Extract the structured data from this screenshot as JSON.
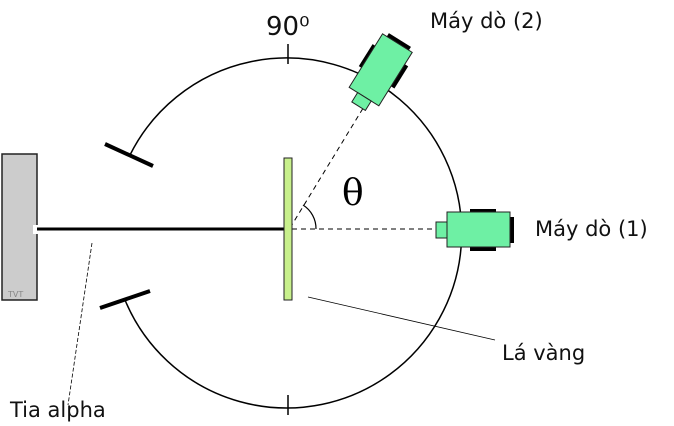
{
  "labels": {
    "angle_90": "90⁰",
    "detector_2": "Máy dò (2)",
    "detector_1": "Máy dò (1)",
    "gold_foil": "Lá vàng",
    "alpha_ray": "Tia alpha",
    "theta": "θ",
    "source_mark": "TVT"
  },
  "colors": {
    "detector": "#6ef0a4",
    "foil": "#c8f08c",
    "source": "#cccccc"
  },
  "scattering_angle_deg": 58
}
